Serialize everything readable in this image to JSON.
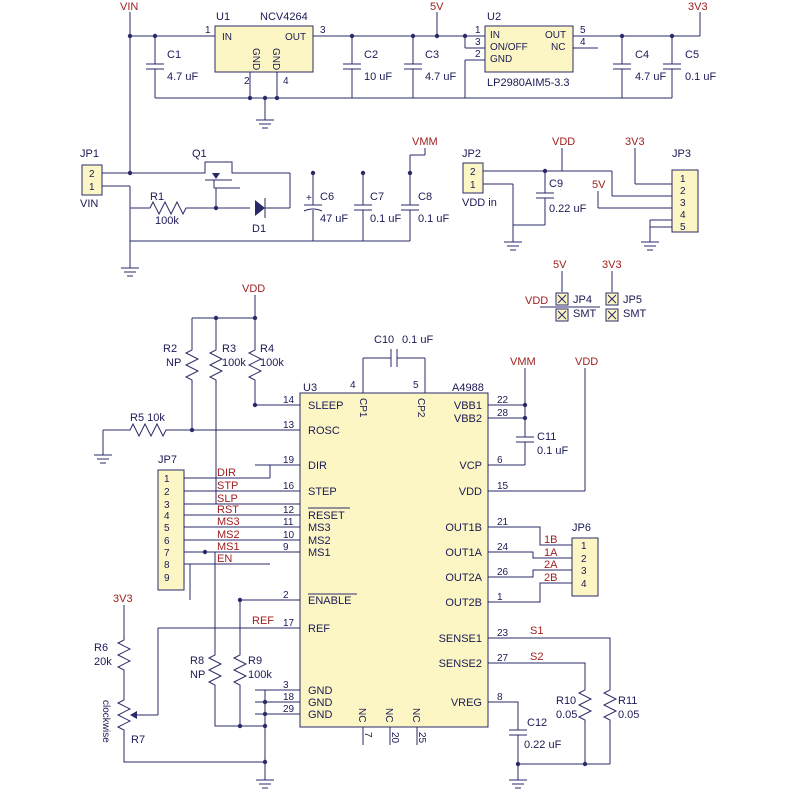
{
  "power": {
    "vin": "VIN",
    "v5": "5V",
    "v3v3": "3V3",
    "vmm": "VMM",
    "vdd": "VDD"
  },
  "u1": {
    "ref": "U1",
    "part": "NCV4264",
    "pin_in": "IN",
    "pin_out": "OUT",
    "pin_gnd": "GND",
    "n1": "1",
    "n2": "2",
    "n3": "3",
    "n4": "4"
  },
  "u2": {
    "ref": "U2",
    "part": "LP2980AIM5-3.3",
    "pin_in": "IN",
    "pin_onoff": "ON/OFF",
    "pin_gnd": "GND",
    "pin_out": "OUT",
    "pin_nc": "NC",
    "n1": "1",
    "n2": "2",
    "n3": "3",
    "n4": "4",
    "n5": "5"
  },
  "caps_top": {
    "c1": "C1",
    "c1v": "4.7 uF",
    "c2": "C2",
    "c2v": "10 uF",
    "c3": "C3",
    "c3v": "4.7 uF",
    "c4": "C4",
    "c4v": "4.7 uF",
    "c5": "C5",
    "c5v": "0.1 uF"
  },
  "rev": {
    "jp1": "JP1",
    "jp1p2": "2",
    "jp1p1": "1",
    "q1": "Q1",
    "r1": "R1",
    "r1v": "100k",
    "d1": "D1",
    "c6": "C6",
    "c6v": "47 uF",
    "c7": "C7",
    "c7v": "0.1 uF",
    "c8": "C8",
    "c8v": "0.1 uF",
    "plus": "+"
  },
  "jp2": {
    "ref": "JP2",
    "p2": "2",
    "p1": "1",
    "label": "VDD in",
    "c9": "C9",
    "c9v": "0.22 uF"
  },
  "jp3": {
    "ref": "JP3",
    "p1": "1",
    "p2": "2",
    "p3": "3",
    "p4": "4",
    "p5": "5"
  },
  "smt": {
    "jp4": "JP4",
    "jp5": "JP5",
    "t4": "SMT",
    "t5": "SMT"
  },
  "u3": {
    "ref": "U3",
    "part": "A4988",
    "left": [
      {
        "name": "SLEEP",
        "num": "14"
      },
      {
        "name": "ROSC",
        "num": "13"
      },
      {
        "name": "DIR",
        "num": "19"
      },
      {
        "name": "STEP",
        "num": "16"
      },
      {
        "name": "RESET",
        "num": "12"
      },
      {
        "name": "MS3",
        "num": "11"
      },
      {
        "name": "MS2",
        "num": "10"
      },
      {
        "name": "MS1",
        "num": "9"
      },
      {
        "name": "ENABLE",
        "num": "2"
      },
      {
        "name": "REF",
        "num": "17"
      },
      {
        "name": "GND",
        "num": "3"
      },
      {
        "name": "GND",
        "num": "18"
      },
      {
        "name": "GND",
        "num": "29"
      }
    ],
    "right": [
      {
        "name": "VBB1",
        "num": "22"
      },
      {
        "name": "VBB2",
        "num": "28"
      },
      {
        "name": "VCP",
        "num": "6"
      },
      {
        "name": "VDD",
        "num": "15"
      },
      {
        "name": "OUT1B",
        "num": "21"
      },
      {
        "name": "OUT1A",
        "num": "24"
      },
      {
        "name": "OUT2A",
        "num": "26"
      },
      {
        "name": "OUT2B",
        "num": "1"
      },
      {
        "name": "SENSE1",
        "num": "23"
      },
      {
        "name": "SENSE2",
        "num": "27"
      },
      {
        "name": "VREG",
        "num": "8"
      }
    ],
    "cp1": "CP1",
    "cp2": "CP2",
    "n4": "4",
    "n5": "5",
    "nc": [
      {
        "name": "NC",
        "num": "7"
      },
      {
        "name": "NC",
        "num": "20"
      },
      {
        "name": "NC",
        "num": "25"
      }
    ]
  },
  "c10": {
    "ref": "C10",
    "val": "0.1 uF"
  },
  "c11": {
    "ref": "C11",
    "val": "0.1 uF"
  },
  "c12": {
    "ref": "C12",
    "val": "0.22 uF"
  },
  "res": {
    "r2": "R2",
    "r2v": "NP",
    "r3": "R3",
    "r3v": "100k",
    "r4": "R4",
    "r4v": "100k",
    "r5": "R5 10k",
    "r6": "R6",
    "r6v": "20k",
    "r7": "R7",
    "r8": "R8",
    "r8v": "NP",
    "r9": "R9",
    "r9v": "100k",
    "r10": "R10",
    "r10v": "0.05",
    "r11": "R11",
    "r11v": "0.05",
    "clockwise": "clockwise"
  },
  "jp7": {
    "ref": "JP7",
    "pins": [
      "1",
      "2",
      "3",
      "4",
      "5",
      "6",
      "7",
      "8",
      "9"
    ],
    "nets": [
      "DIR",
      "STP",
      "SLP",
      "RST",
      "MS3",
      "MS2",
      "MS1",
      "EN"
    ],
    "ref_net": "REF"
  },
  "jp6": {
    "ref": "JP6",
    "pins": [
      "1",
      "2",
      "3",
      "4"
    ],
    "nets": [
      "1B",
      "1A",
      "2A",
      "2B"
    ],
    "s1": "S1",
    "s2": "S2"
  }
}
